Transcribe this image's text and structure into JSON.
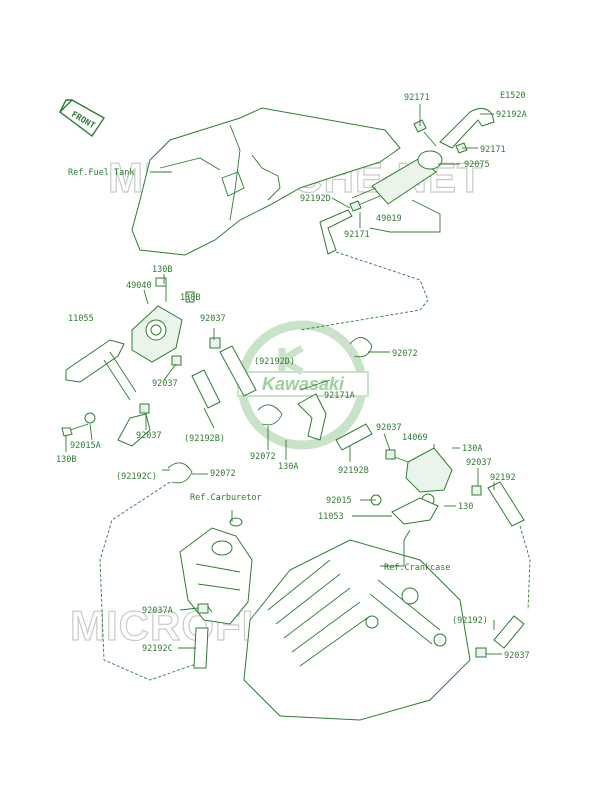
{
  "diagram": {
    "code": "E1520",
    "watermark_top": "MICROFICHE.NET",
    "watermark_bottom": "MICROFICHE.NET",
    "logo_text": "Kawasaki",
    "front_tag": "FRONT",
    "colors": {
      "line": "#2e7d32",
      "watermark": "#c8ccc8",
      "background": "#ffffff"
    }
  },
  "references": {
    "fuel_tank": "Ref.Fuel Tank",
    "carburetor": "Ref.Carburetor",
    "crankcase": "Ref.Crankcase"
  },
  "callouts": {
    "c92171_a": "92171",
    "c92192A": "92192A",
    "c92171_b": "92171",
    "c92075": "92075",
    "c92192D": "92192D",
    "c49019": "49019",
    "c92171_c": "92171",
    "c130B_a": "130B",
    "c49040": "49040",
    "c130B_b": "130B",
    "c11055": "11055",
    "c92037_a": "92037",
    "c92192D_p": "(92192D)",
    "c92072_a": "92072",
    "c92171A": "92171A",
    "c92037_b": "92037",
    "c92015A": "92015A",
    "c130B_c": "130B",
    "c92037_c": "92037",
    "c92192B_p": "(92192B)",
    "c92072_b": "92072",
    "c130A_a": "130A",
    "c92037_d": "92037",
    "c14069": "14069",
    "c130A_b": "130A",
    "c92192B": "92192B",
    "c92037_e": "92037",
    "c92192C_p": "(92192C)",
    "c92072_c": "92072",
    "c92192_a": "92192",
    "c92015": "92015",
    "c11053": "11053",
    "c130": "130",
    "c92037A": "92037A",
    "c92192C": "92192C",
    "c92192_p": "(92192)",
    "c92037_f": "92037"
  }
}
